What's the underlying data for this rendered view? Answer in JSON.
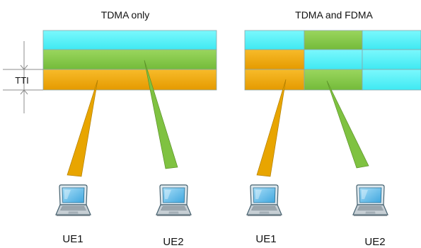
{
  "left_panel": {
    "title": "TDMA only",
    "ue1_label": "UE1",
    "ue2_label": "UE2"
  },
  "right_panel": {
    "title": "TDMA and FDMA",
    "ue1_label": "UE1",
    "ue2_label": "UE2"
  },
  "tti_label": "TTI",
  "colors": {
    "cyan": "#5CF4FA",
    "green": "#86C94A",
    "orange": "#F0AA10",
    "laptop_screen": "#7FC8EE",
    "laptop_body": "#BFC8CF"
  },
  "icons": [
    "laptop-icon",
    "double-arrow-icon"
  ]
}
